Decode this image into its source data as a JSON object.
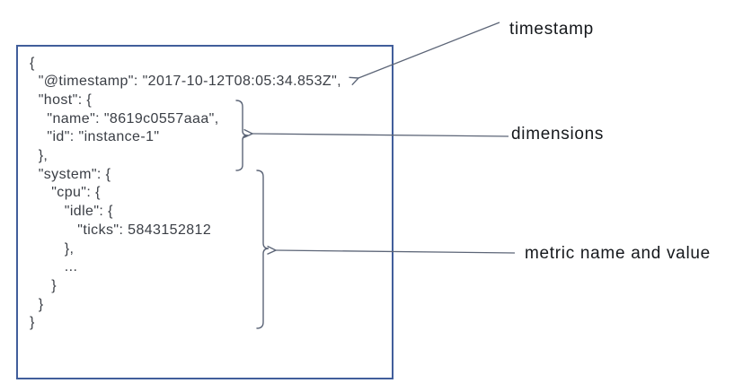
{
  "document": {
    "lines": [
      "{",
      "  \"@timestamp\": \"2017-10-12T08:05:34.853Z\",",
      "  \"host\": {",
      "    \"name\": \"8619c0557aaa\",",
      "    \"id\": \"instance-1\"",
      "  },",
      "  \"system\": {",
      "     \"cpu\": {",
      "        \"idle\": {",
      "           \"ticks\": 5843152812",
      "        },",
      "        ...",
      "     }",
      "  }",
      "}"
    ],
    "timestamp_value": "2017-10-12T08:05:34.853Z",
    "host_name": "8619c0557aaa",
    "host_id": "instance-1",
    "metric_name": "system.cpu.idle.ticks",
    "metric_value": 5843152812
  },
  "annotations": {
    "timestamp": {
      "label": "timestamp"
    },
    "dimensions": {
      "label": "dimensions"
    },
    "metric": {
      "label": "metric name and value"
    }
  },
  "colors": {
    "box_border": "#415e9b",
    "code_text": "#3a3e45",
    "annotation_line": "#5c6577",
    "label_text": "#15181c",
    "background": "#ffffff"
  }
}
